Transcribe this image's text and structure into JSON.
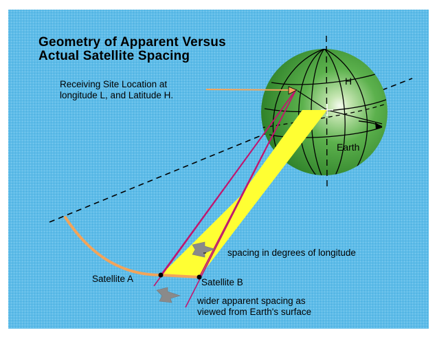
{
  "title_lines": [
    "Geometry of Apparent Versus",
    "Actual Satellite Spacing"
  ],
  "receiving_site": [
    "Receiving Site Location at",
    "longitude L, and Latitude H."
  ],
  "latitude_label": "H",
  "earth_label": "Earth",
  "satellite_a_label": "Satellite A",
  "satellite_b_label": "Satellite B",
  "spacing_label": "spacing in degrees of longitude",
  "apparent_spacing": [
    "wider apparent spacing as",
    "viewed from Earth's surface"
  ],
  "colors": {
    "background": "#5fbce8",
    "earth": "#3f9e35",
    "earth_highlight": "#e8f4dc",
    "geo_arc": "#f2a45a",
    "beam": "#ffff33",
    "sight_lines": "#c0166e",
    "spacing_marker": "#8a8a8a"
  }
}
